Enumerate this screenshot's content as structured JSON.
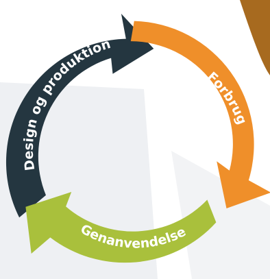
{
  "diagram": {
    "segments": [
      {
        "id": "design",
        "label": "Design og produktion",
        "color": "#243640"
      },
      {
        "id": "forbrug",
        "label": "Forbrug",
        "color": "#EF8F2A"
      },
      {
        "id": "genanvendelse",
        "label": "Genanvendelse",
        "color": "#A9C03C"
      }
    ],
    "background_colors": {
      "shading": "#EEF0F3",
      "corner": "#A76A1F"
    }
  }
}
